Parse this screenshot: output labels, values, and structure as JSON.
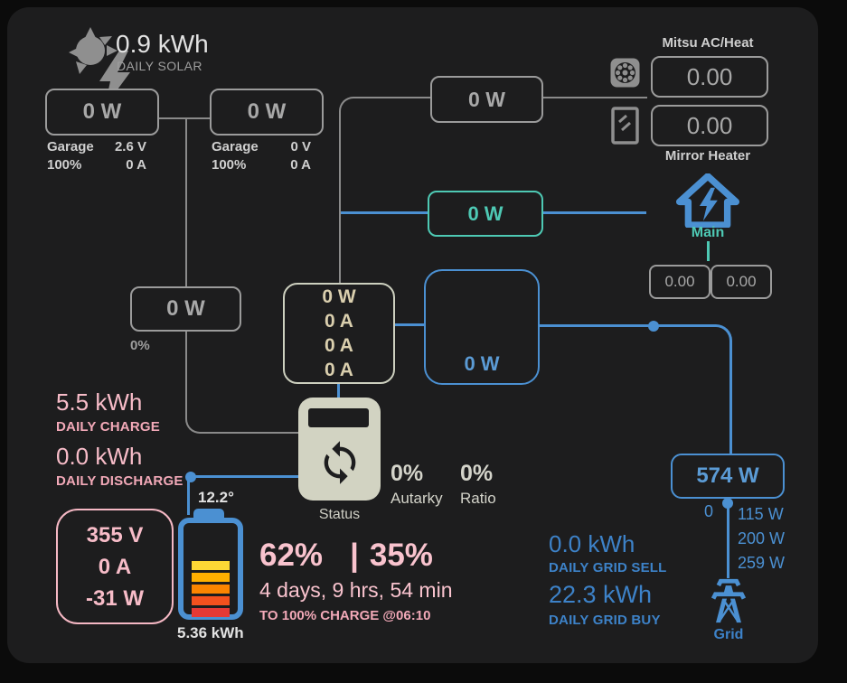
{
  "colors": {
    "blue": "#4b90d2",
    "teal": "#4ec9b4",
    "pink": "#f7bcc8",
    "cream": "#d2d3c2",
    "gray_line": "#8a8a8a",
    "card_bg": "#1d1d1e"
  },
  "header": {
    "solar_value": "0.9 kWh",
    "solar_label": "DAILY SOLAR"
  },
  "pv_strings": [
    {
      "power": "0 W",
      "name": "Garage",
      "voltage": "2.6 V",
      "soc": "100%",
      "current": "0 A"
    },
    {
      "power": "0 W",
      "name": "Garage",
      "voltage": "0 V",
      "soc": "100%",
      "current": "0 A"
    }
  ],
  "left_branch": {
    "power": "0 W",
    "percent": "0%"
  },
  "top_load": {
    "power": "0 W"
  },
  "backup_load": {
    "power": "0 W"
  },
  "loads": {
    "mitsu": {
      "label": "Mitsu AC/Heat",
      "value": "0.00"
    },
    "mirror": {
      "label": "Mirror Heater",
      "value": "0.00"
    },
    "main": {
      "label": "Main",
      "value_left": "0.00",
      "value_right": "0.00"
    }
  },
  "inverter": {
    "dc_lines": [
      "0 W",
      "0 A",
      "0 A",
      "0 A"
    ],
    "status_label": "Status",
    "autarky_value": "0%",
    "autarky_label": "Autarky",
    "ratio_value": "0%",
    "ratio_label": "Ratio"
  },
  "ac_out": {
    "power": "0 W"
  },
  "battery": {
    "daily_charge_value": "5.5 kWh",
    "daily_charge_label": "DAILY CHARGE",
    "daily_discharge_value": "0.0 kWh",
    "daily_discharge_label": "DAILY DISCHARGE",
    "temperature": "12.2°",
    "voltage": "355 V",
    "current": "0 A",
    "power": "-31 W",
    "capacity": "5.36 kWh",
    "soc": "62%",
    "separator": "|",
    "soc_alt": "35%",
    "time_remaining": "4 days, 9 hrs, 54 min",
    "charge_eta": "TO 100% CHARGE @06:10"
  },
  "grid": {
    "power": "574 W",
    "phase_zero": "0",
    "phases": [
      "115 W",
      "200 W",
      "259 W"
    ],
    "label": "Grid",
    "daily_sell_value": "0.0 kWh",
    "daily_sell_label": "DAILY GRID SELL",
    "daily_buy_value": "22.3 kWh",
    "daily_buy_label": "DAILY GRID BUY"
  }
}
